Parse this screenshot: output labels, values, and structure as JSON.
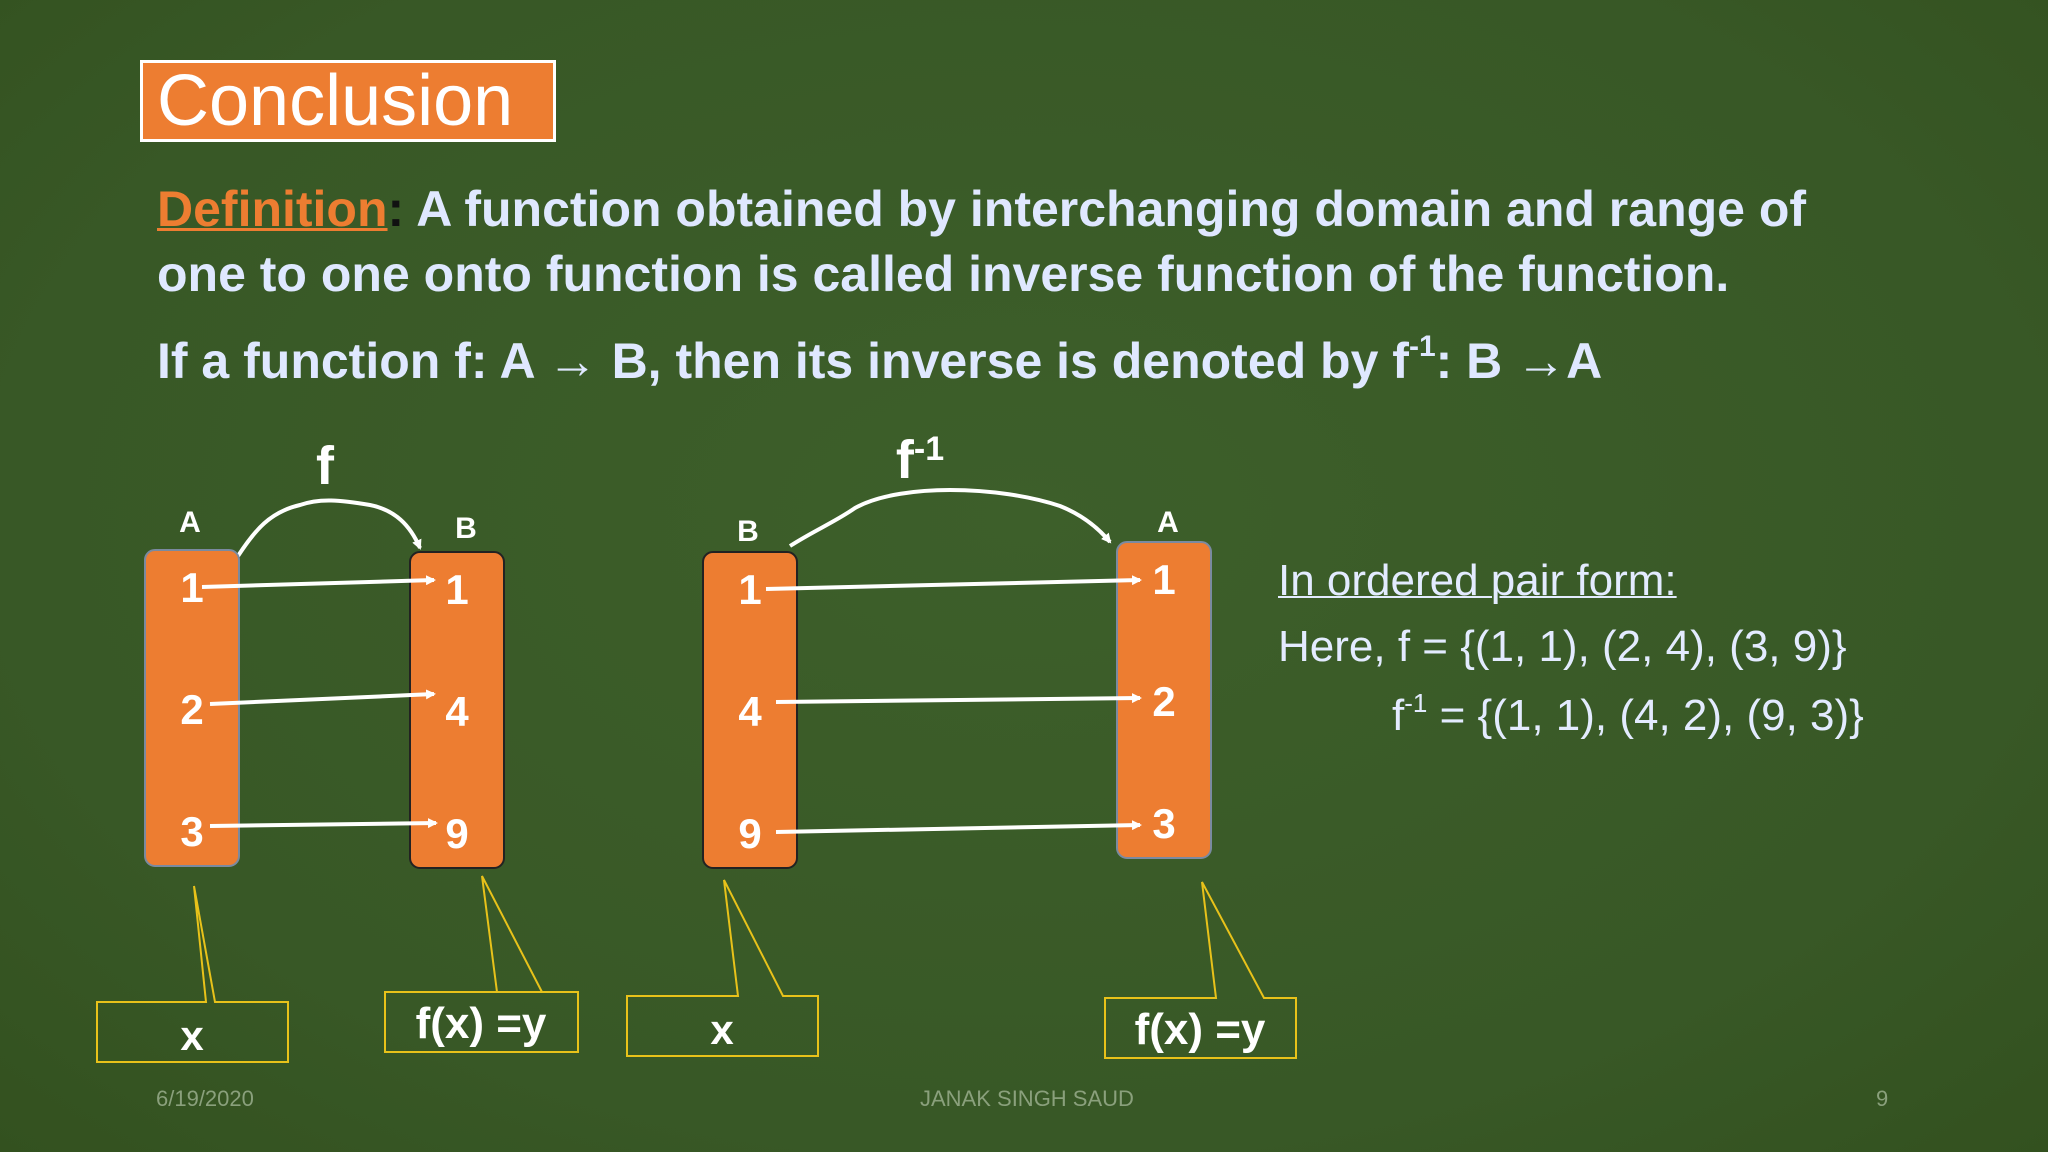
{
  "title": "Conclusion",
  "definition": {
    "label": "Definition",
    "colon": ":",
    "line1": " A function obtained by interchanging domain and range of",
    "line2": "one to one onto function is called inverse function of the function."
  },
  "inverse_statement": {
    "part1": "If a function f: A → B, then its inverse is denoted by f",
    "sup": "-1",
    "part2": ": B →A"
  },
  "diagram_f": {
    "function_label": "f",
    "set_left_label": "A",
    "set_right_label": "B",
    "left_values": [
      "1",
      "2",
      "3"
    ],
    "right_values": [
      "1",
      "4",
      "9"
    ],
    "callout_left": "x",
    "callout_right": "f(x) =y"
  },
  "diagram_finv": {
    "function_label": "f",
    "function_sup": "-1",
    "set_left_label": "B",
    "set_right_label": "A",
    "left_values": [
      "1",
      "4",
      "9"
    ],
    "right_values": [
      "1",
      "2",
      "3"
    ],
    "callout_left": "x",
    "callout_right": "f(x) =y"
  },
  "ordered_pairs": {
    "heading": "In ordered pair form:",
    "f_line": "Here, f = {(1, 1), (2, 4), (3, 9)}",
    "finv_prefix": "f",
    "finv_sup": "-1",
    "finv_rest": " = {(1, 1), (4, 2), (9, 3)}"
  },
  "footer": {
    "date": "6/19/2020",
    "author": "JANAK SINGH SAUD",
    "page": "9"
  },
  "colors": {
    "background": "#385826",
    "orange": "#ed7d31",
    "text": "#dfe8ff",
    "callout_border": "#e8c21a"
  }
}
